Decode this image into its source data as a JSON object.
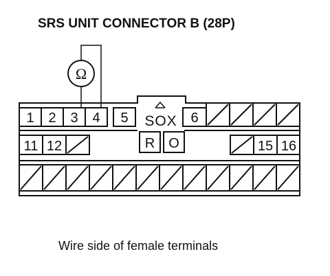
{
  "title": "SRS UNIT CONNECTOR B (28P)",
  "caption": "Wire side of female terminals",
  "ohmmeter_symbol": "Ω",
  "lock_label": "SOX",
  "top_row_pins": [
    "1",
    "2",
    "3",
    "4",
    "5",
    "6"
  ],
  "middle_row_pins": [
    "11",
    "12",
    "15",
    "16"
  ],
  "boxed_labels": [
    "R",
    "O"
  ],
  "icons": [
    "ohmmeter-icon",
    "lock-arrow-icon"
  ]
}
